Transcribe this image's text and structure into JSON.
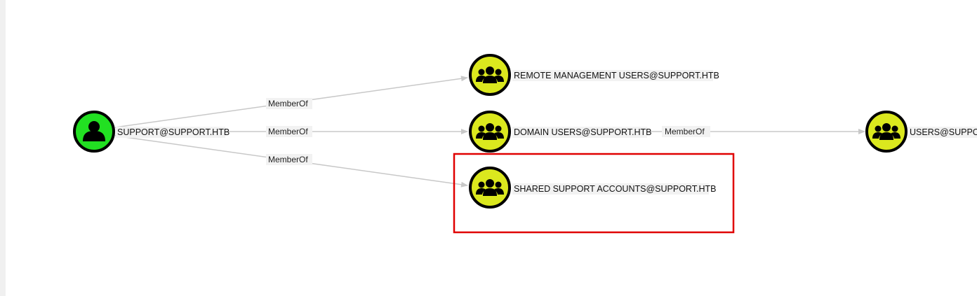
{
  "colors": {
    "user_node": "#22e022",
    "group_node": "#dbe81e",
    "edge": "#c8c8c8",
    "highlight": "#e00000"
  },
  "nodes": {
    "support_user": {
      "label": "SUPPORT@SUPPORT.HTB",
      "icon": "user-icon"
    },
    "remote_mgmt": {
      "label": "REMOTE MANAGEMENT USERS@SUPPORT.HTB",
      "icon": "group-icon"
    },
    "domain_users": {
      "label": "DOMAIN USERS@SUPPORT.HTB",
      "icon": "group-icon"
    },
    "shared_support": {
      "label": "SHARED SUPPORT ACCOUNTS@SUPPORT.HTB",
      "icon": "group-icon"
    },
    "users": {
      "label": "USERS@SUPPORT.HTB",
      "icon": "group-icon"
    }
  },
  "edges": {
    "support_to_remote": {
      "label": "MemberOf"
    },
    "support_to_domain": {
      "label": "MemberOf"
    },
    "support_to_shared": {
      "label": "MemberOf"
    },
    "domain_to_users": {
      "label": "MemberOf"
    }
  }
}
